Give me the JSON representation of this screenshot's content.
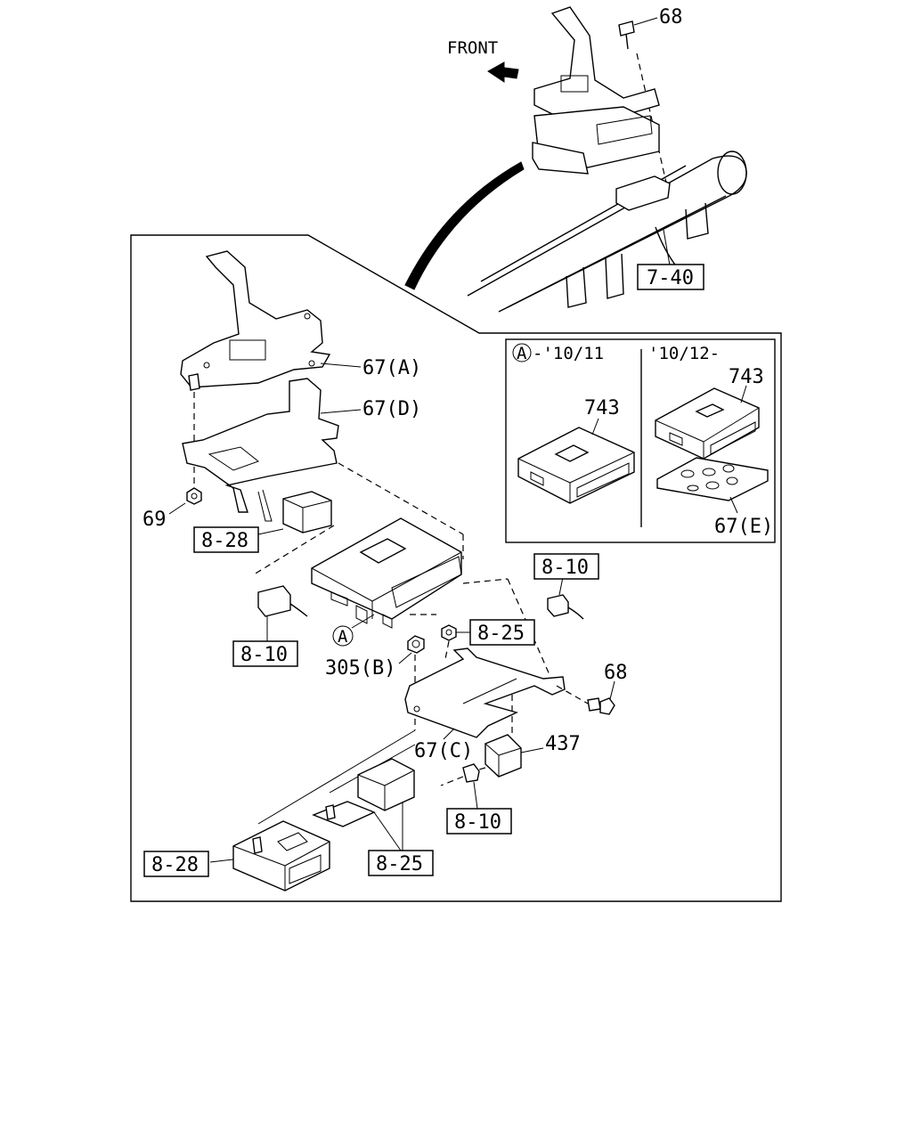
{
  "front_label": "FRONT",
  "labels": {
    "bolt_top": "68",
    "ref_7_40": "7-40",
    "bracket_a": "67(A)",
    "bracket_d": "67(D)",
    "nut_69": "69",
    "ref_8_28_upper": "8-28",
    "ref_8_10_left": "8-10",
    "callout_a": "A",
    "nut_305b": "305(B)",
    "ref_8_25_upper": "8-25",
    "ref_8_10_right": "8-10",
    "bolt_68": "68",
    "bracket_c": "67(C)",
    "relay_437": "437",
    "ref_8_10_lower": "8-10",
    "ref_8_28_lower": "8-28",
    "ref_8_25_lower": "8-25"
  },
  "inset": {
    "left_marker": "A",
    "left_range": "-'10/11",
    "right_range": "'10/12-",
    "left_part": "743",
    "right_part": "743",
    "right_bracket": "67(E)"
  }
}
